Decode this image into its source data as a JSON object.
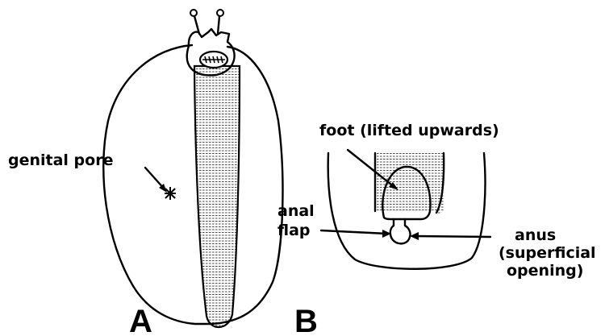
{
  "panels": {
    "a": {
      "letter": "A"
    },
    "b": {
      "letter": "B"
    }
  },
  "labels": {
    "genital_pore": "genital pore",
    "foot": "foot (lifted upwards)",
    "anal_flap_line1": "anal",
    "anal_flap_line2": "flap",
    "anus_line1": "anus",
    "anus_line2": "(superficial",
    "anus_line3": "opening)"
  },
  "colors": {
    "ink": "#000000",
    "paper": "#ffffff"
  }
}
